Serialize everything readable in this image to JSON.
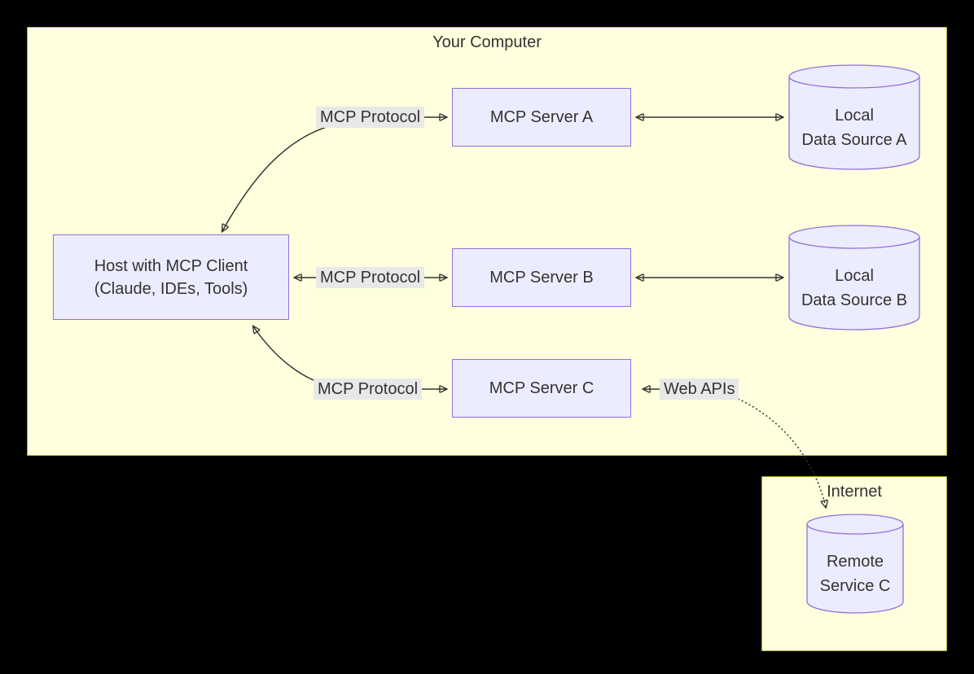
{
  "diagram": {
    "clusters": {
      "your_computer": {
        "title": "Your Computer"
      },
      "internet": {
        "title": "Internet"
      }
    },
    "nodes": {
      "host": {
        "line1": "Host with MCP Client",
        "line2": "(Claude, IDEs, Tools)"
      },
      "server_a": {
        "label": "MCP Server A"
      },
      "server_b": {
        "label": "MCP Server B"
      },
      "server_c": {
        "label": "MCP Server C"
      },
      "data_source_a": {
        "line1": "Local",
        "line2": "Data Source A"
      },
      "data_source_b": {
        "line1": "Local",
        "line2": "Data Source B"
      },
      "remote_service_c": {
        "line1": "Remote",
        "line2": "Service C"
      }
    },
    "edge_labels": {
      "mcp_protocol_a": "MCP Protocol",
      "mcp_protocol_b": "MCP Protocol",
      "mcp_protocol_c": "MCP Protocol",
      "web_apis": "Web APIs"
    },
    "colors": {
      "background": "#000000",
      "cluster_fill": "#FFFFDE",
      "cluster_border": "#AAAA33",
      "node_fill": "#ECECFF",
      "node_border": "#9370DB",
      "edge_line": "#333333",
      "edge_label_bg": "#E8E8E8",
      "text": "#333333"
    }
  }
}
